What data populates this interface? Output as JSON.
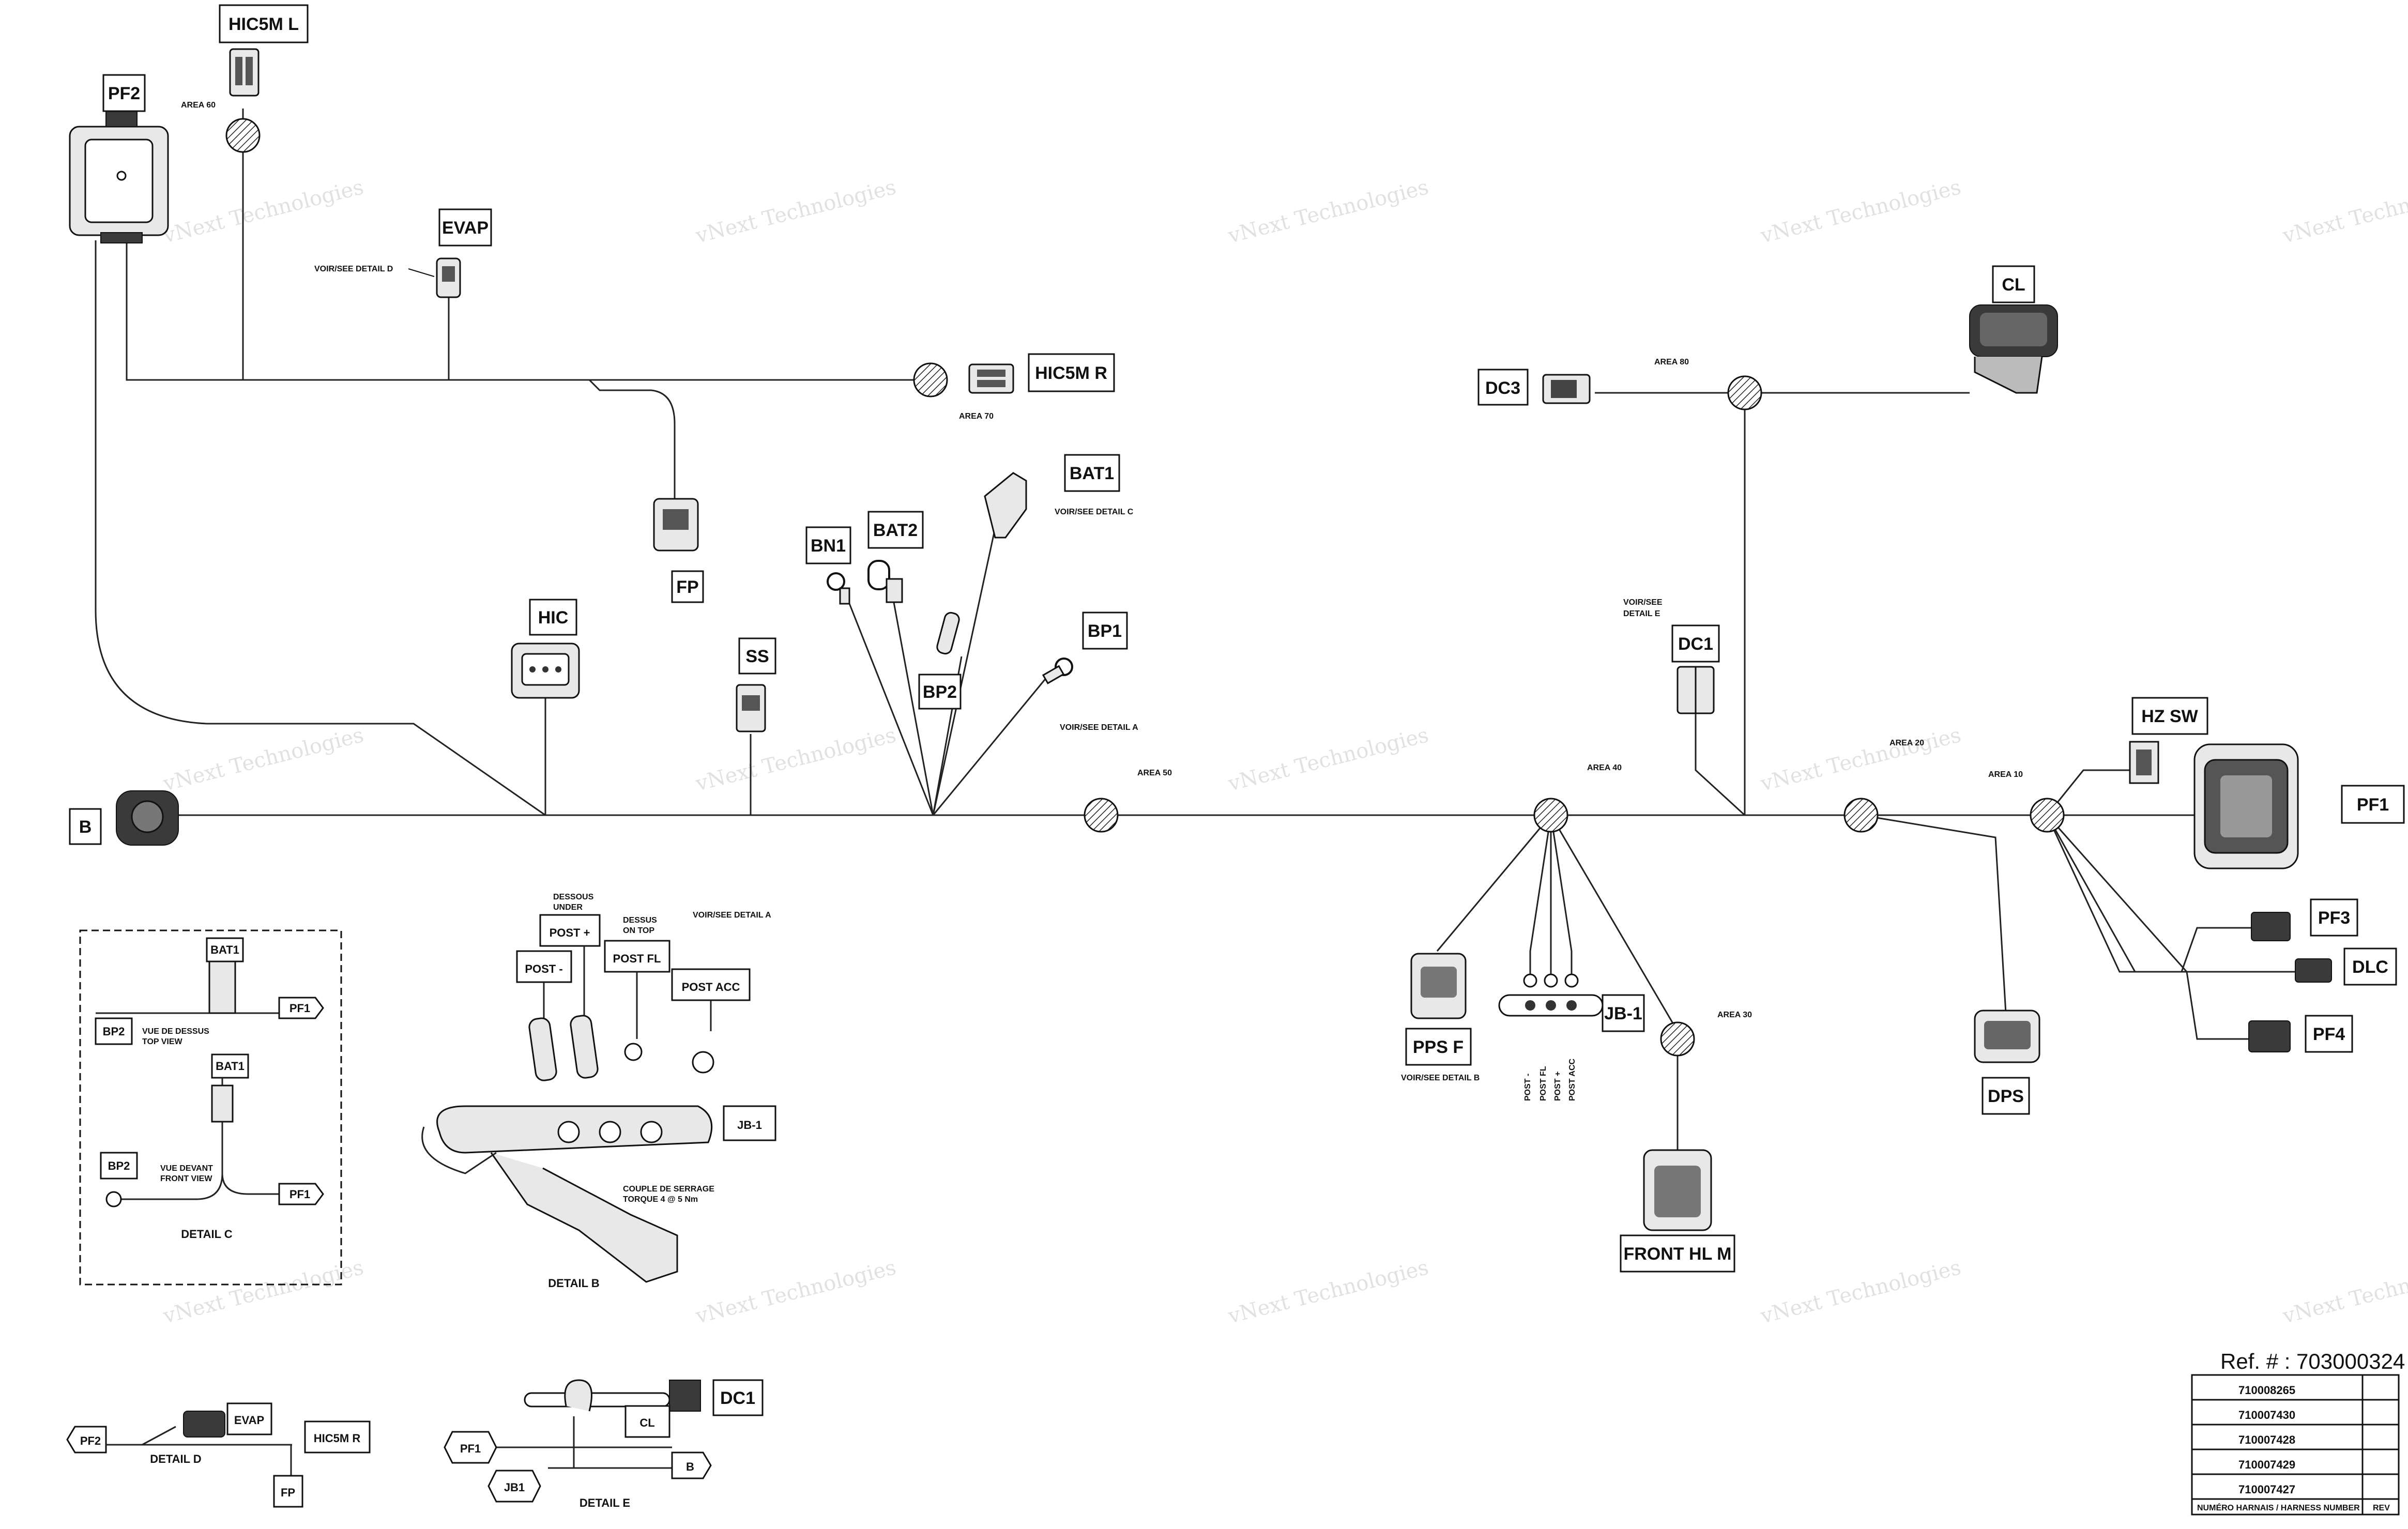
{
  "labels": {
    "hic5m_l": "HIC5M  L",
    "pf2": "PF2",
    "evap": "EVAP",
    "hic5m_r": "HIC5M  R",
    "fp": "FP",
    "hic": "HIC",
    "ss": "SS",
    "bn1": "BN1",
    "bat2": "BAT2",
    "bat1": "BAT1",
    "bp2": "BP2",
    "bp1": "BP1",
    "b": "B",
    "dc3": "DC3",
    "cl": "CL",
    "dc1": "DC1",
    "hz_sw": "HZ  SW",
    "pf1": "PF1",
    "pf3": "PF3",
    "dlc": "DLC",
    "pf4": "PF4",
    "dps": "DPS",
    "pps_f": "PPS  F",
    "jb1": "JB-1",
    "front_hl_m": "FRONT  HL  M",
    "post_plus": "POST +",
    "post_minus": "POST -",
    "post_fl": "POST  FL",
    "post_acc": "POST  ACC",
    "jb1_detail": "JB1"
  },
  "areas": {
    "a60": "AREA 60",
    "a70": "AREA 70",
    "a50": "AREA 50",
    "a80": "AREA 80",
    "a40": "AREA 40",
    "a30": "AREA 30",
    "a20": "AREA 20",
    "a10": "AREA 10"
  },
  "notes": {
    "see_d": "VOIR/SEE DETAIL D",
    "see_c": "VOIR/SEE DETAIL C",
    "see_a": "VOIR/SEE DETAIL A",
    "see_a2": "VOIR/SEE DETAIL A",
    "see_e1": "VOIR/SEE",
    "see_e2": "DETAIL E",
    "see_b": "VOIR/SEE DETAIL B",
    "dessous1": "DESSOUS",
    "dessous2": "UNDER",
    "dessus1": "DESSUS",
    "dessus2": "ON TOP",
    "couple1": "COUPLE DE SERRAGE",
    "couple2": "TORQUE 4 @ 5 Nm",
    "top1": "VUE DE DESSUS",
    "top2": "TOP VIEW",
    "front1": "VUE DEVANT",
    "front2": "FRONT VIEW",
    "jbpost1": "POST -",
    "jbpost2": "POST  FL",
    "jbpost3": "POST +",
    "jbpost4": "POST  ACC"
  },
  "details": {
    "c": "DETAIL C",
    "b": "DETAIL B",
    "d": "DETAIL D",
    "e": "DETAIL E"
  },
  "watermark": {
    "line1": "vNext Technologies",
    "line2": "vNext",
    "line3": "Technologies"
  },
  "ref": {
    "title": "Ref. # : 703000324",
    "rows": [
      "710008265",
      "710007430",
      "710007428",
      "710007429",
      "710007427"
    ],
    "footer_left": "NUMÉRO HARNAIS / HARNESS NUMBER",
    "footer_right": "REV"
  }
}
